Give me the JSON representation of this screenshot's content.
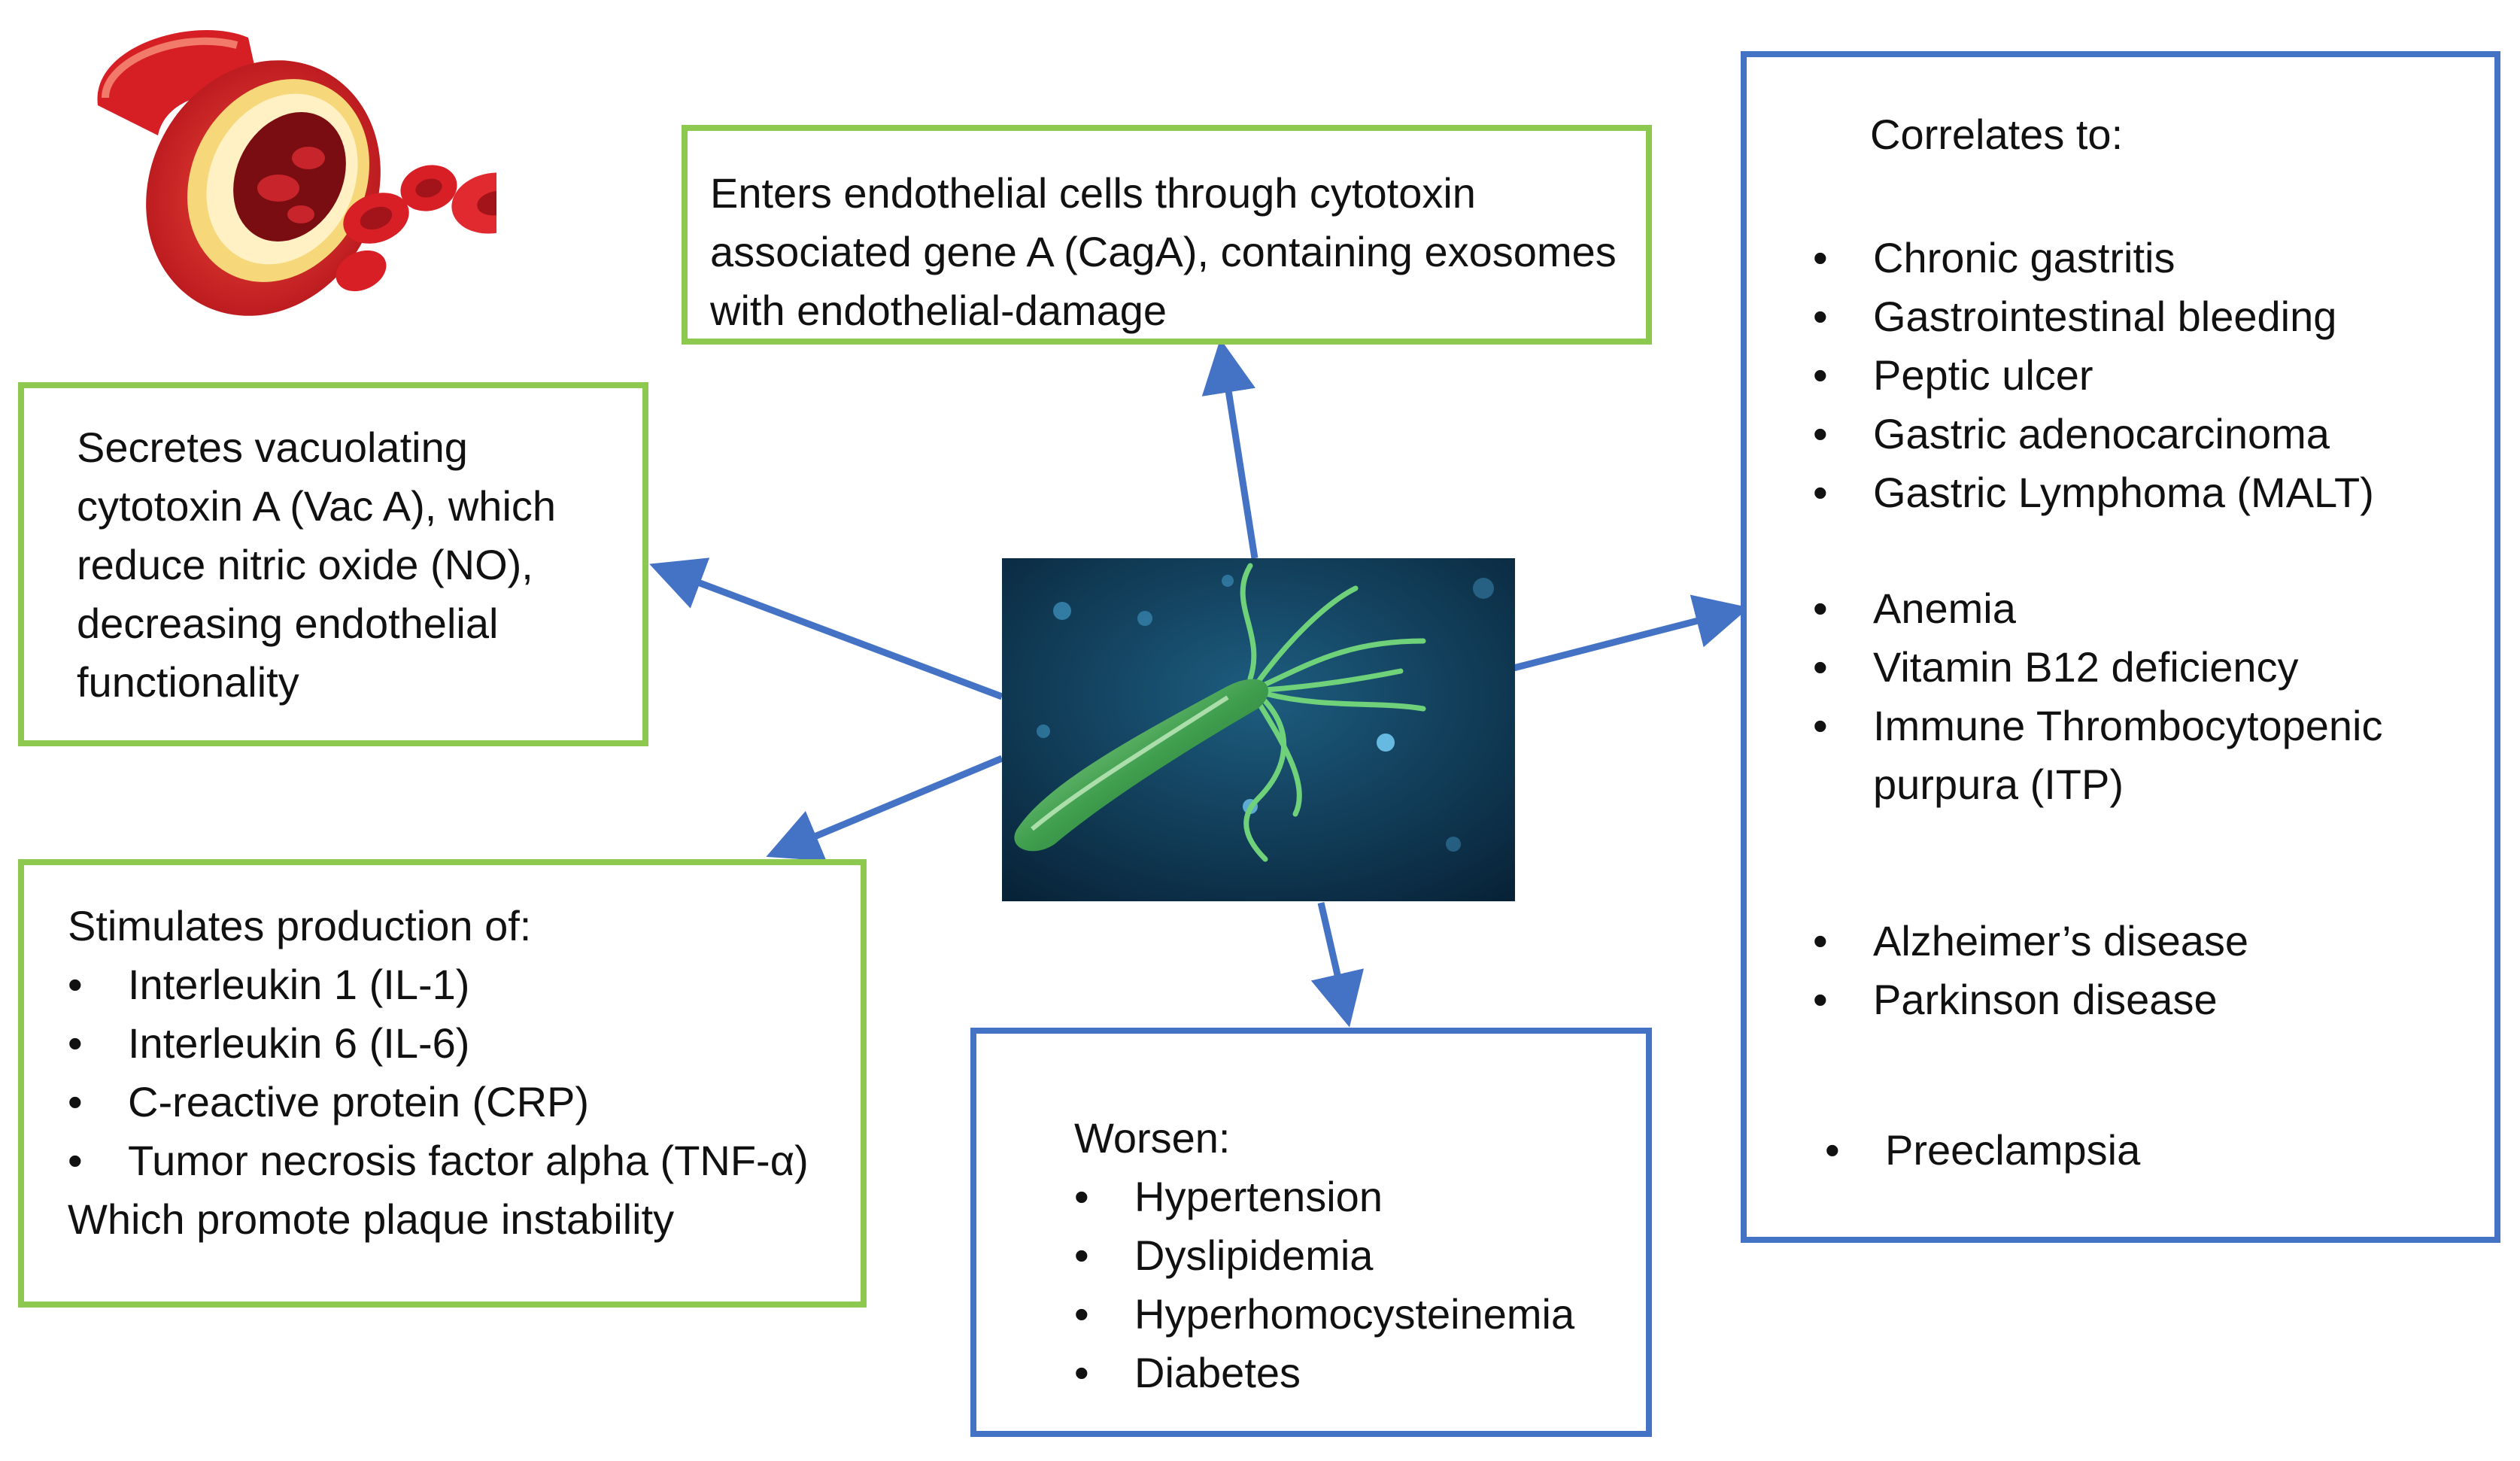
{
  "top_box": {
    "text": "Enters endothelial cells through cytotoxin associated gene A (CagA), containing exosomes with endothelial-damage"
  },
  "left_top_box": {
    "text": "Secretes vacuolating cytotoxin A (Vac A), which reduce nitric oxide (NO), decreasing endothelial functionality"
  },
  "left_bottom_box": {
    "intro": "Stimulates production of:",
    "items": [
      "Interleukin 1 (IL-1)",
      "Interleukin 6 (IL-6)",
      "C-reactive protein (CRP)",
      "Tumor necrosis factor alpha (TNF-α)"
    ],
    "outro": "Which promote plaque instability"
  },
  "bottom_box": {
    "intro": "Worsen:",
    "items": [
      "Hypertension",
      "Dyslipidemia",
      "Hyperhomocysteinemia",
      "Diabetes"
    ]
  },
  "right_box": {
    "title": "Correlates to:",
    "groups": [
      [
        "Chronic gastritis",
        "Gastrointestinal bleeding",
        "Peptic ulcer",
        "Gastric adenocarcinoma",
        "Gastric Lymphoma (MALT)"
      ],
      [
        "Anemia",
        "Vitamin B12 deficiency",
        "Immune Thrombocytopenic purpura (ITP)"
      ],
      [
        "Alzheimer’s disease",
        "Parkinson disease"
      ],
      [
        "Preeclampsia"
      ]
    ]
  },
  "colors": {
    "green_border": "#8dc94e",
    "blue_border": "#4472c4",
    "arrow": "#4472c4"
  },
  "icons": {
    "center": "bacterium-illustration",
    "top_left": "artery-plaque-illustration"
  }
}
